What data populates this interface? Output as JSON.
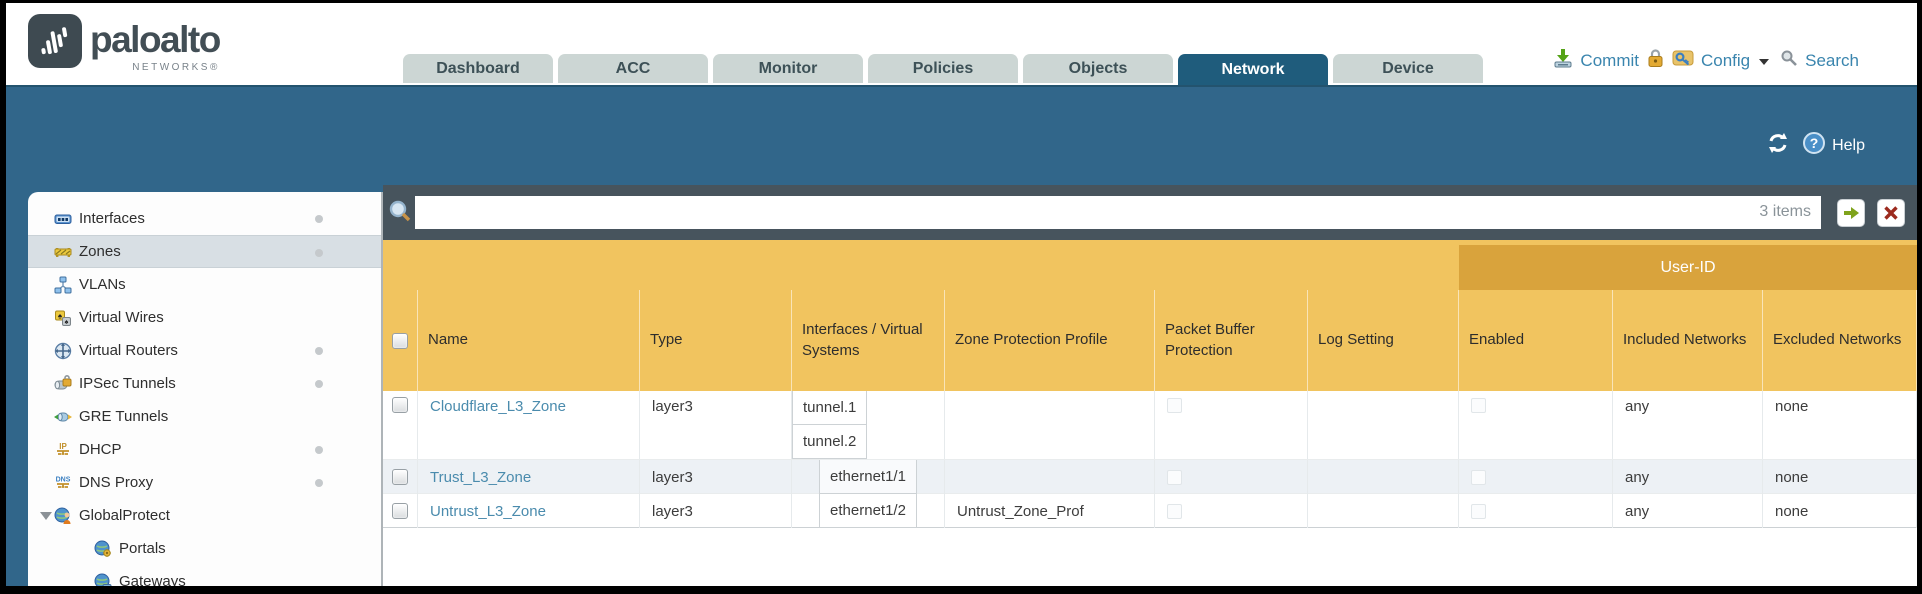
{
  "window": {
    "product_brand": "paloalto",
    "product_sub": "NETWORKS®"
  },
  "tabs": [
    {
      "label": "Dashboard",
      "active": false
    },
    {
      "label": "ACC",
      "active": false
    },
    {
      "label": "Monitor",
      "active": false
    },
    {
      "label": "Policies",
      "active": false
    },
    {
      "label": "Objects",
      "active": false
    },
    {
      "label": "Network",
      "active": true
    },
    {
      "label": "Device",
      "active": false
    }
  ],
  "utility": {
    "commit_label": "Commit",
    "config_label": "Config",
    "search_label": "Search"
  },
  "toolbar": {
    "help_label": "Help"
  },
  "filterbar": {
    "value": "",
    "placeholder": "",
    "count_label": "3 items"
  },
  "sidebar": {
    "items": [
      {
        "label": "Interfaces",
        "icon": "interfaces-icon",
        "has_dot": true,
        "selected": false
      },
      {
        "label": "Zones",
        "icon": "zones-icon",
        "has_dot": true,
        "selected": true
      },
      {
        "label": "VLANs",
        "icon": "vlans-icon",
        "has_dot": false
      },
      {
        "label": "Virtual Wires",
        "icon": "virtual-wires-icon",
        "has_dot": false
      },
      {
        "label": "Virtual Routers",
        "icon": "virtual-routers-icon",
        "has_dot": true
      },
      {
        "label": "IPSec Tunnels",
        "icon": "ipsec-tunnels-icon",
        "has_dot": true
      },
      {
        "label": "GRE Tunnels",
        "icon": "gre-tunnels-icon",
        "has_dot": false
      },
      {
        "label": "DHCP",
        "icon": "dhcp-icon",
        "has_dot": true
      },
      {
        "label": "DNS Proxy",
        "icon": "dns-proxy-icon",
        "has_dot": true
      },
      {
        "label": "GlobalProtect",
        "icon": "globalprotect-icon",
        "expanded": true
      },
      {
        "label": "Portals",
        "icon": "portals-icon",
        "child": true
      },
      {
        "label": "Gateways",
        "icon": "gateways-icon",
        "child": true
      }
    ]
  },
  "table": {
    "group_header": "User-ID",
    "columns": [
      "Name",
      "Type",
      "Interfaces / Virtual Systems",
      "Zone Protection Profile",
      "Packet Buffer Protection",
      "Log Setting",
      "Enabled",
      "Included Networks",
      "Excluded Networks"
    ],
    "rows": [
      {
        "name": "Cloudflare_L3_Zone",
        "type": "layer3",
        "interfaces": [
          "tunnel.1",
          "tunnel.2"
        ],
        "zone_protection_profile": "",
        "packet_buffer_protection": false,
        "log_setting": "",
        "enabled": false,
        "included_networks": "any",
        "excluded_networks": "none"
      },
      {
        "name": "Trust_L3_Zone",
        "type": "layer3",
        "interfaces": [
          "ethernet1/1"
        ],
        "zone_protection_profile": "",
        "packet_buffer_protection": false,
        "log_setting": "",
        "enabled": false,
        "included_networks": "any",
        "excluded_networks": "none"
      },
      {
        "name": "Untrust_L3_Zone",
        "type": "layer3",
        "interfaces": [
          "ethernet1/2"
        ],
        "zone_protection_profile": "Untrust_Zone_Prof",
        "packet_buffer_protection": false,
        "log_setting": "",
        "enabled": false,
        "included_networks": "any",
        "excluded_networks": "none"
      }
    ]
  },
  "colors": {
    "accent_teal": "#31668a",
    "tab_active": "#1f5c7c",
    "filter_bar": "#47545d",
    "header_amber": "#f1c45f",
    "group_amber": "#d9a33c",
    "link_blue": "#4a8bad",
    "row_tint": "#edf1f5"
  }
}
